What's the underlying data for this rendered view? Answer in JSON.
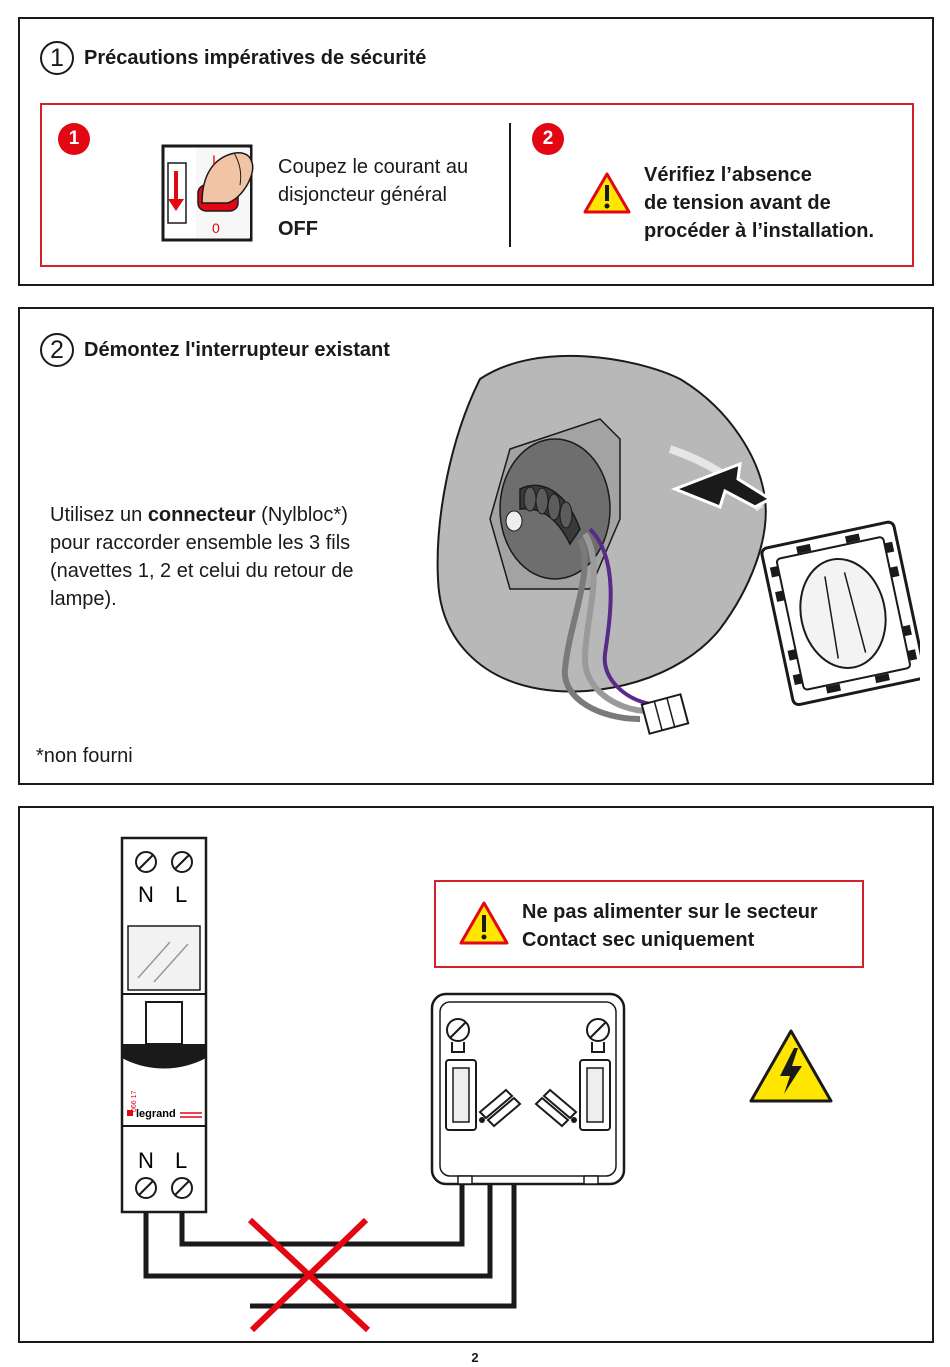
{
  "section1": {
    "number": "1",
    "title": "Précautions impératives de sécurité",
    "step_a": {
      "badge": "1",
      "line1": "Coupez le courant au",
      "line2": "disjoncteur général",
      "state": "OFF",
      "switch_on_mark": "I",
      "switch_off_mark": "0"
    },
    "step_b": {
      "badge": "2",
      "line1": "Vérifiez l’absence",
      "line2": "de tension avant de",
      "line3": "procéder à l’installation."
    }
  },
  "section2": {
    "number": "2",
    "title": "Démontez l'interrupteur existant",
    "instruction": {
      "prefix": "Utilisez un ",
      "bold": "connecteur",
      "after_bold": " (Nylbloc*)",
      "line2": "pour raccorder ensemble les 3 fils",
      "line3": "(navettes 1, 2 et celui du retour de",
      "line4": "lampe)."
    },
    "footnote": "*non fourni"
  },
  "section3": {
    "warning_line1": "Ne pas alimenter sur le secteur",
    "warning_line2": "Contact sec uniquement",
    "breaker_top_n": "N",
    "breaker_top_l": "L",
    "breaker_bottom_n": "N",
    "breaker_bottom_l": "L",
    "breaker_ref": "066 17",
    "breaker_brand": "legrand"
  },
  "page_number": "2",
  "colors": {
    "red": "#e30613",
    "frame_red": "#d6202a",
    "purple_wire": "#5a2a8a",
    "grey_wall": "#b8b8b8",
    "warning_yellow": "#ffe600"
  },
  "icons": [
    "circuit-breaker-switch-icon",
    "warning-triangle-icon",
    "high-voltage-icon",
    "cross-icon"
  ]
}
